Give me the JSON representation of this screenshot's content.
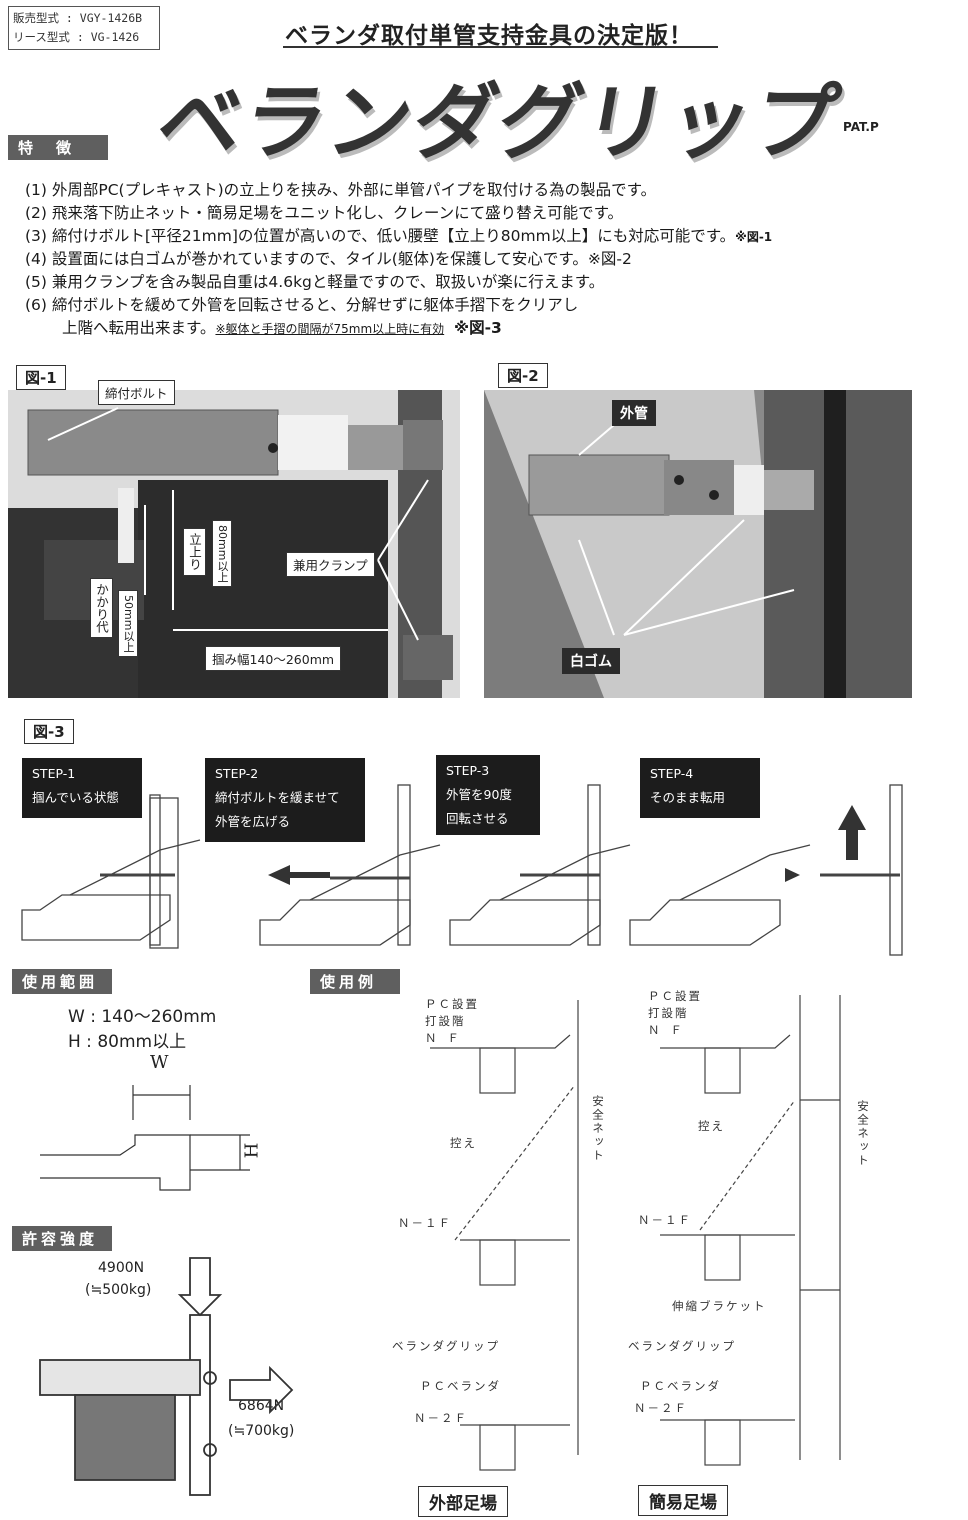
{
  "header": {
    "sale_model": "販売型式 : VGY-1426B",
    "lease_model": "リース型式 : VG-1426",
    "tagline": "ベランダ取付単管支持金具の決定版！",
    "product_name": "ベランダグリップ",
    "patent": "PAT.P"
  },
  "features": {
    "heading": "特　徴",
    "items": [
      "(1) 外周部PC(プレキャスト)の立上りを挟み、外部に単管パイプを取付ける為の製品です。",
      "(2) 飛来落下防止ネット・簡易足場をユニット化し、クレーンにて盛り替え可能です。",
      "(3) 締付けボルト[平径21mm]の位置が高いので、低い腰壁【立上り80mm以上】にも対応可能です。",
      "(4) 設置面には白ゴムが巻かれていますので、タイル(躯体)を保護して安心です。※図-2",
      "(5) 兼用クランプを含み製品自重は4.6kgと軽量ですので、取扱いが楽に行えます。",
      "(6) 締付ボルトを緩めて外管を回転させると、分解せずに躯体手摺下をクリアし",
      "上階へ転用出来ます。"
    ],
    "item3_ref": "※図-1",
    "item6_note": "※躯体と手摺の間隔が75mm以上時に有効",
    "item6_ref": "※図-3"
  },
  "fig1": {
    "label": "図-1",
    "bolt": "締付ボルト",
    "rise": "立上り",
    "rise_val": "80mm以上",
    "hook": "かかり代",
    "hook_val": "50mm以上",
    "clamp": "兼用クランプ",
    "grip_width": "掴み幅140～260mm"
  },
  "fig2": {
    "label": "図-2",
    "outer_pipe": "外管",
    "white_rubber": "白ゴム"
  },
  "fig3": {
    "label": "図-3",
    "steps": [
      {
        "title": "STEP-1",
        "text": "掴んでいる状態",
        "text2": ""
      },
      {
        "title": "STEP-2",
        "text": "締付ボルトを緩ませて",
        "text2": "外管を広げる"
      },
      {
        "title": "STEP-3",
        "text": "外管を90度",
        "text2": "回転させる"
      },
      {
        "title": "STEP-4",
        "text": "そのまま転用",
        "text2": ""
      }
    ]
  },
  "usage_range": {
    "heading": "使用範囲",
    "w": "W : 140～260mm",
    "h": "H : 80mm以上",
    "w_lbl": "W",
    "h_lbl": "H"
  },
  "strength": {
    "heading": "許容強度",
    "vertical": "4900N",
    "vertical_kg": "(≒500kg)",
    "horizontal": "6864N",
    "horizontal_kg": "(≒700kg)"
  },
  "examples": {
    "heading": "使用例",
    "left": {
      "pc_floor": "ＰＣ設置",
      "casting_floor": "打設階",
      "nf": "Ｎ Ｆ",
      "stay": "控え",
      "net": "安全ネット",
      "n1f": "Ｎ－１Ｆ",
      "grip": "ベランダグリップ",
      "pc_veranda": "ＰＣベランダ",
      "n2f": "Ｎ－２Ｆ",
      "title": "外部足場"
    },
    "right": {
      "pc_floor": "ＰＣ設置",
      "casting_floor": "打設階",
      "nf": "Ｎ Ｆ",
      "stay": "控え",
      "net": "安全ネット",
      "n1f": "Ｎ－１Ｆ",
      "bracket": "伸縮ブラケット",
      "grip": "ベランダグリップ",
      "pc_veranda": "ＰＣベランダ",
      "n2f": "Ｎ－２Ｆ",
      "title": "簡易足場"
    }
  }
}
